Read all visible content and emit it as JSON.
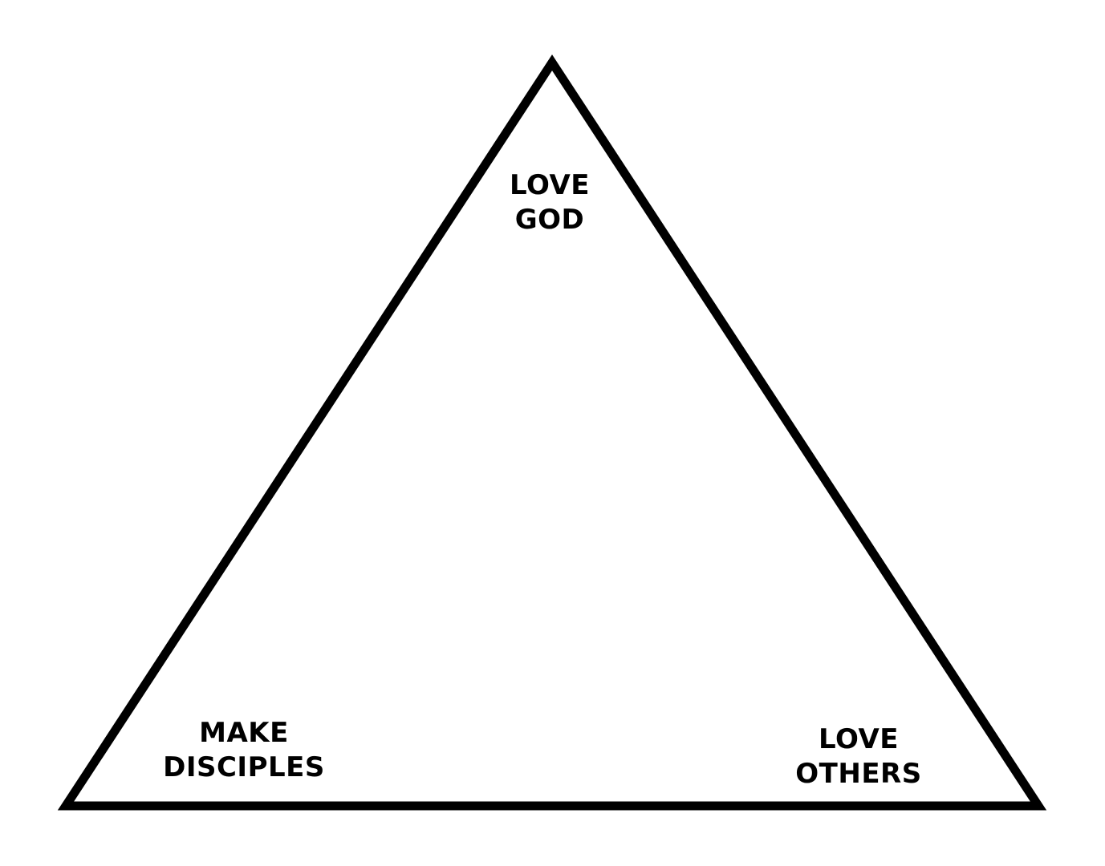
{
  "diagram": {
    "stroke_color": "#000000",
    "background_color": "#ffffff",
    "vertices": {
      "top": {
        "lines": [
          "LOVE",
          "GOD"
        ]
      },
      "bottom_left": {
        "lines": [
          "MAKE",
          "DISCIPLES"
        ]
      },
      "bottom_right": {
        "lines": [
          "LOVE",
          "OTHERS"
        ]
      }
    }
  }
}
